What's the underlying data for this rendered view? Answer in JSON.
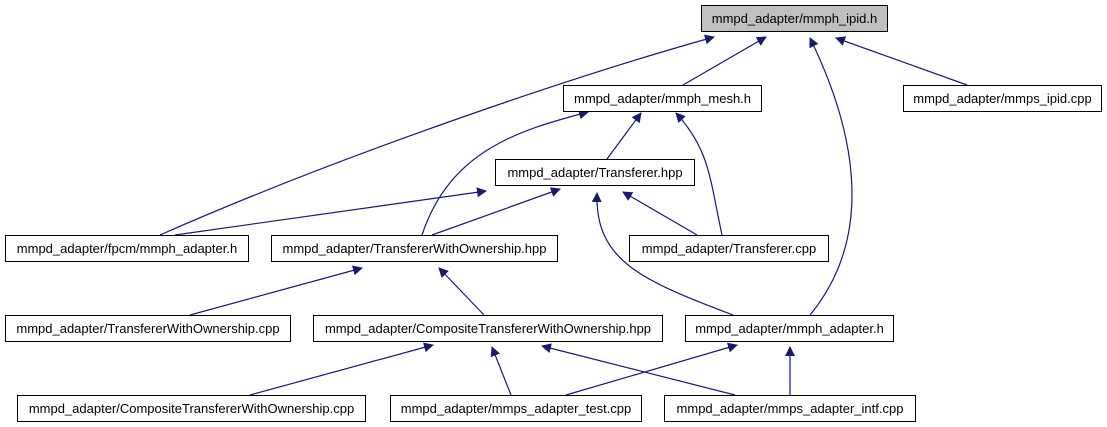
{
  "graph": {
    "edge_color": "#191970",
    "root_fill": "#bfbfbf",
    "node_fill": "#ffffff",
    "nodes": {
      "n_ipid": "mmpd_adapter/mmph_ipid.h",
      "n_mesh": "mmpd_adapter/mmph_mesh.h",
      "n_mmps_ipid": "mmpd_adapter/mmps_ipid.cpp",
      "n_transferer_hpp": "mmpd_adapter/Transferer.hpp",
      "n_fpcm": "mmpd_adapter/fpcm/mmph_adapter.h",
      "n_two_hpp": "mmpd_adapter/TransfererWithOwnership.hpp",
      "n_transferer_cpp": "mmpd_adapter/Transferer.cpp",
      "n_two_cpp": "mmpd_adapter/TransfererWithOwnership.cpp",
      "n_ctwo_hpp": "mmpd_adapter/CompositeTransfererWithOwnership.hpp",
      "n_mmph_adapter": "mmpd_adapter/mmph_adapter.h",
      "n_ctwo_cpp": "mmpd_adapter/CompositeTransfererWithOwnership.cpp",
      "n_test": "mmpd_adapter/mmps_adapter_test.cpp",
      "n_intf": "mmpd_adapter/mmps_adapter_intf.cpp"
    }
  }
}
